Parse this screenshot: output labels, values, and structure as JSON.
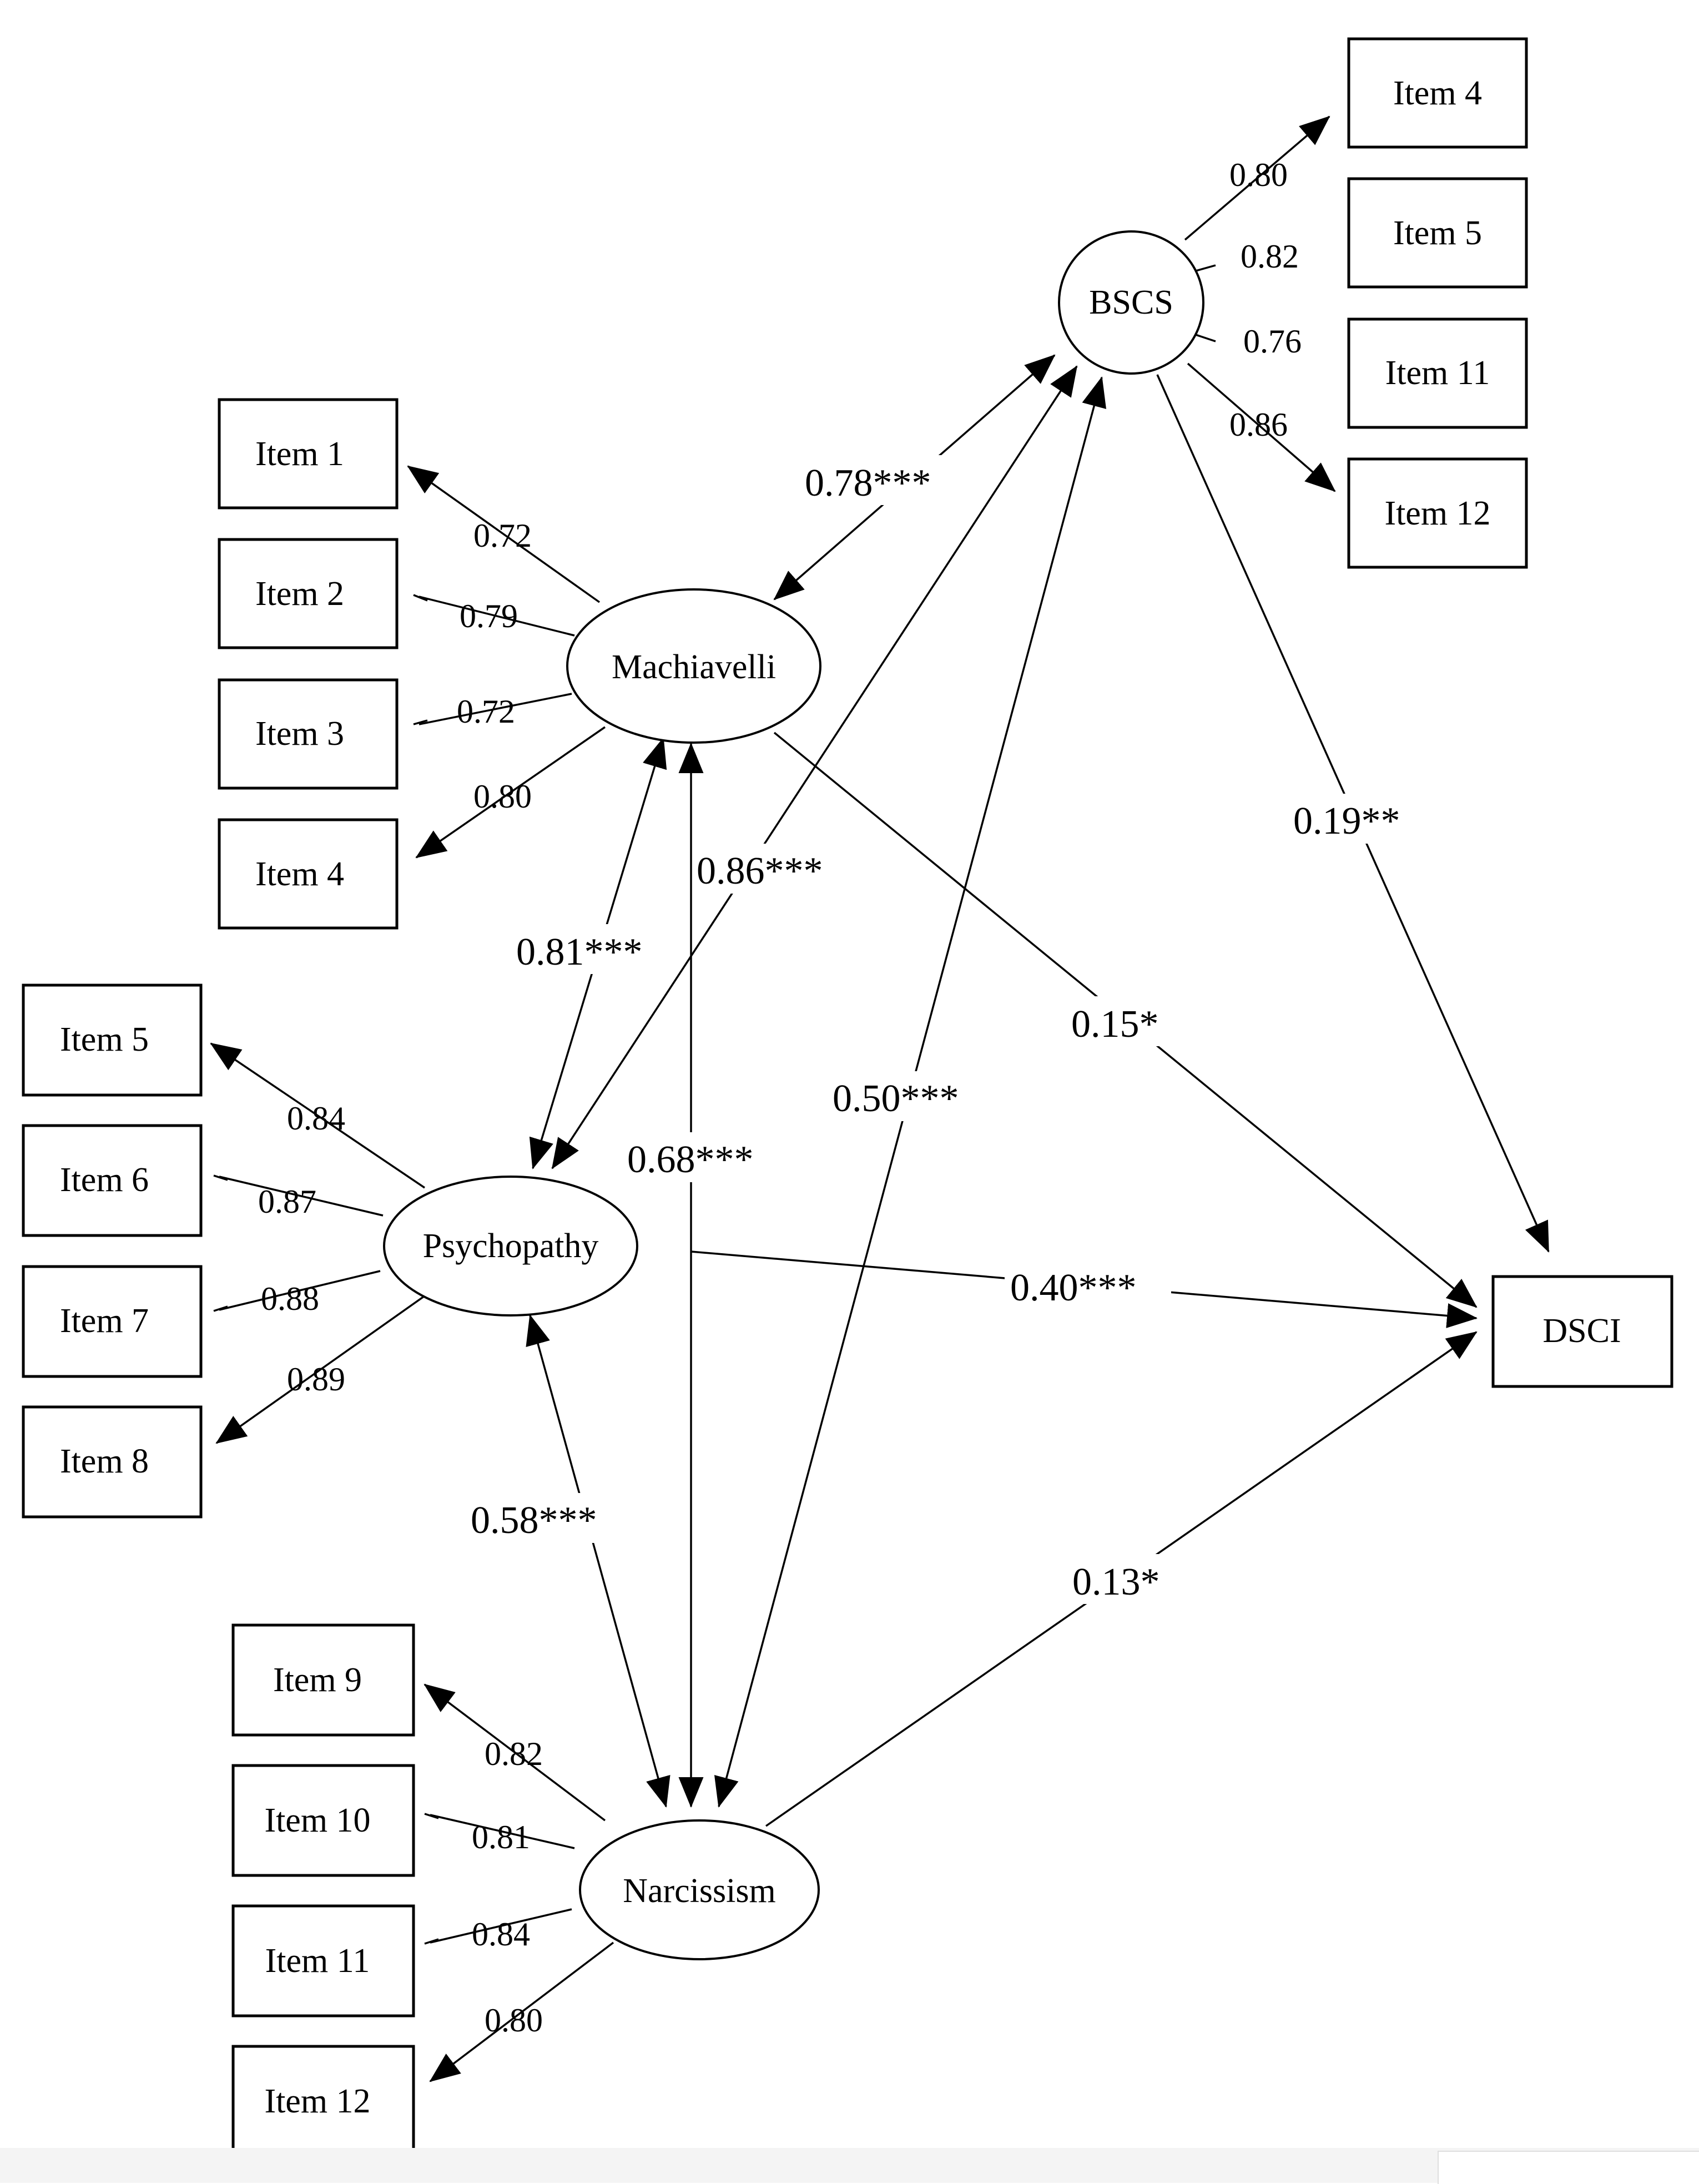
{
  "latent_variables": {
    "bscs": "BSCS",
    "machiavelli": "Machiavelli",
    "psychopathy": "Psychopathy",
    "narcissism": "Narcissism"
  },
  "outcome": "DSCI",
  "indicators": {
    "bscs": [
      {
        "label": "Item 4",
        "loading": "0.80"
      },
      {
        "label": "Item 5",
        "loading": "0.82"
      },
      {
        "label": "Item 11",
        "loading": "0.76"
      },
      {
        "label": "Item 12",
        "loading": "0.86"
      }
    ],
    "machiavelli": [
      {
        "label": "Item 1",
        "loading": "0.72"
      },
      {
        "label": "Item 2",
        "loading": "0.79"
      },
      {
        "label": "Item 3",
        "loading": "0.72"
      },
      {
        "label": "Item 4",
        "loading": "0.80"
      }
    ],
    "psychopathy": [
      {
        "label": "Item 5",
        "loading": "0.84"
      },
      {
        "label": "Item 6",
        "loading": "0.87"
      },
      {
        "label": "Item 7",
        "loading": "0.88"
      },
      {
        "label": "Item 8",
        "loading": "0.89"
      }
    ],
    "narcissism": [
      {
        "label": "Item 9",
        "loading": "0.82"
      },
      {
        "label": "Item 10",
        "loading": "0.81"
      },
      {
        "label": "Item 11",
        "loading": "0.84"
      },
      {
        "label": "Item 12",
        "loading": "0.80"
      }
    ]
  },
  "correlations": {
    "machiavelli_bscs": "0.78***",
    "psychopathy_bscs": "0.86***",
    "machiavelli_psychopathy": "0.81***",
    "machiavelli_narcissism": "0.68***",
    "narcissism_bscs": "0.50***",
    "psychopathy_narcissism": "0.58***"
  },
  "paths": {
    "bscs_dsci": "0.19**",
    "machiavelli_dsci": "0.15*",
    "psychopathy_dsci": "0.40***",
    "narcissism_dsci": "0.13*"
  }
}
